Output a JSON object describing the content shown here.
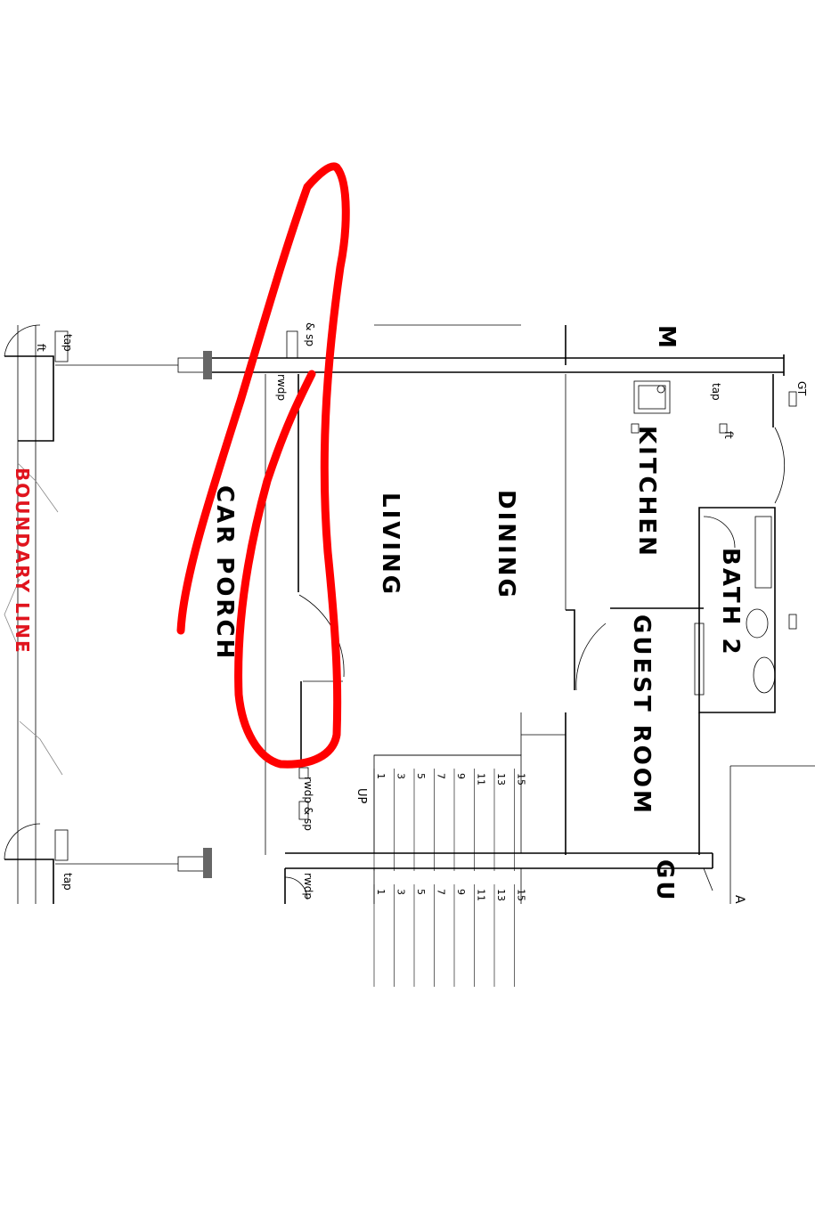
{
  "labels": {
    "boundary_line": "BOUNDARY LINE",
    "car_porch": "CAR PORCH",
    "living": "LIVING",
    "dining": "DINING",
    "kitchen": "KITCHEN",
    "bath_2": "BATH 2",
    "guest_room": "GUEST ROOM",
    "top_partial": "M",
    "bottom_partial": "GU",
    "up": "UP",
    "gt": "GT",
    "tap": "tap",
    "ft": "ft",
    "sp_top": "& sp",
    "rwdp": "rwdp",
    "rwdp_sp": "rwdp & sp",
    "right_partial": "A"
  },
  "stairs": {
    "upper_numbers": [
      "1",
      "3",
      "5",
      "7",
      "9",
      "11",
      "13",
      "15"
    ],
    "lower_numbers": [
      "1",
      "3",
      "5",
      "7",
      "9",
      "11",
      "13",
      "15"
    ]
  },
  "colors": {
    "annotation": "#ff0000",
    "boundary_text": "#e0141e",
    "lines": "#000000"
  }
}
